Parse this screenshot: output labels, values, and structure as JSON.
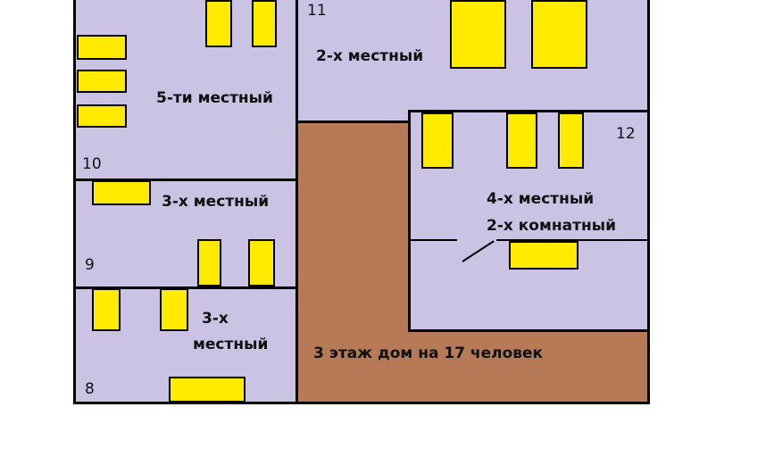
{
  "colors": {
    "room": "#cbc3e4",
    "hall": "#b77a56",
    "bed": "#ffea00",
    "wall": "#000000"
  },
  "rooms": {
    "r11": {
      "number": "11",
      "label": "2-х местный"
    },
    "r10": {
      "number": "10",
      "label": "5-ти местный"
    },
    "r12": {
      "number": "12",
      "label_line1": "4-х местный",
      "label_line2": "2-х комнатный"
    },
    "r9": {
      "number": "9",
      "label": "3-х местный"
    },
    "r8": {
      "number": "8",
      "label_line1": "3-х",
      "label_line2": "местный"
    }
  },
  "hall": {
    "label": "3 этаж дом на 17 человек"
  }
}
